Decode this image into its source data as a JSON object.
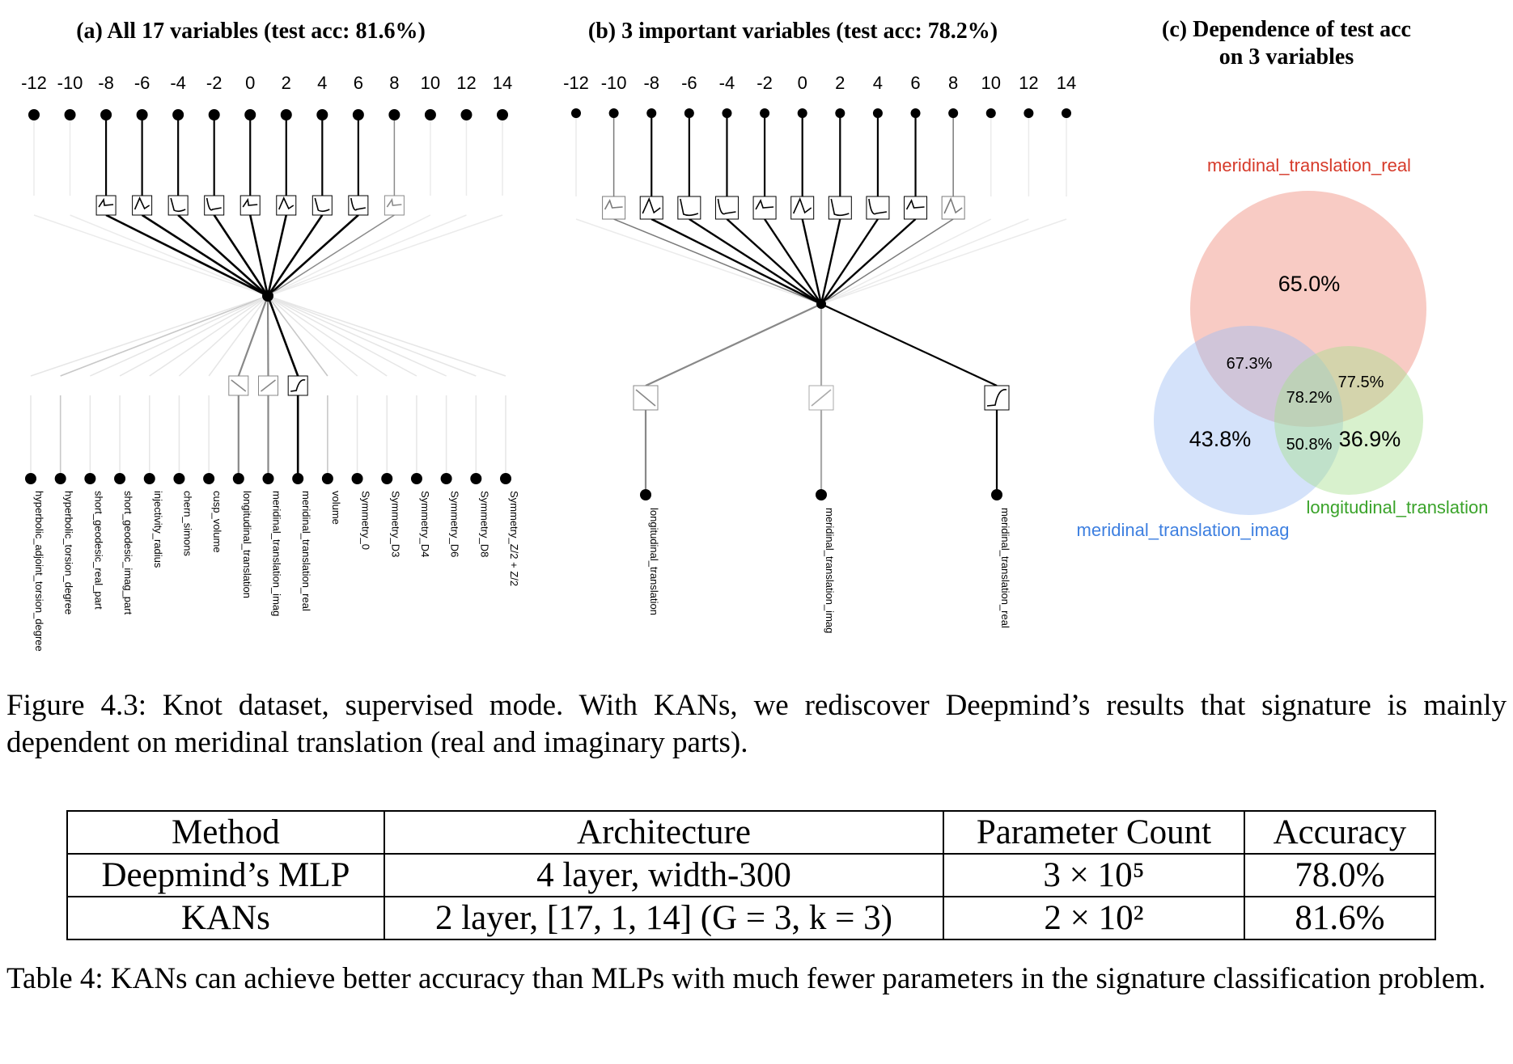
{
  "panels": {
    "a": {
      "title": "(a) All 17 variables (test acc: 81.6%)",
      "output_ticks": [
        "-12",
        "-10",
        "-8",
        "-6",
        "-4",
        "-2",
        "0",
        "2",
        "4",
        "6",
        "8",
        "10",
        "12",
        "14"
      ],
      "inputs": [
        "hyperbolic_adjoint_torsion_degree",
        "hyperbolic_torsion_degree",
        "short_geodesic_real_part",
        "short_geodesic_imag_part",
        "injectivity_radius",
        "chern_simons",
        "cusp_volume",
        "longitudinal_translation",
        "meridinal_translation_imag",
        "meridinal_translation_real",
        "volume",
        "Symmetry_0",
        "Symmetry_D3",
        "Symmetry_D4",
        "Symmetry_D6",
        "Symmetry_D8",
        "Symmetry_Z/2 + Z/2"
      ]
    },
    "b": {
      "title": "(b) 3 important variables (test acc: 78.2%)",
      "output_ticks": [
        "-12",
        "-10",
        "-8",
        "-6",
        "-4",
        "-2",
        "0",
        "2",
        "4",
        "6",
        "8",
        "10",
        "12",
        "14"
      ],
      "inputs": [
        "longitudinal_translation",
        "meridinal_translation_imag",
        "meridinal_translation_real"
      ]
    },
    "c": {
      "title_line1": "(c) Dependence of test acc",
      "title_line2": "on 3 variables",
      "venn": {
        "sets": [
          {
            "label": "meridinal_translation_real",
            "color": "#f08c7c",
            "label_color": "#d63a2a"
          },
          {
            "label": "meridinal_translation_imag",
            "color": "#9fbff5",
            "label_color": "#3d7fe0"
          },
          {
            "label": "longitudinal_translation",
            "color": "#a9e090",
            "label_color": "#3aa32a"
          }
        ],
        "region_values": {
          "real_only": "65.0%",
          "imag_only": "43.8%",
          "long_only": "36.9%",
          "real_imag": "67.3%",
          "real_long": "77.5%",
          "imag_long": "50.8%",
          "all": "78.2%"
        }
      }
    }
  },
  "figure_caption": "Figure 4.3: Knot dataset, supervised mode. With KANs, we rediscover Deepmind’s results that signature is mainly dependent on meridinal translation (real and imaginary parts).",
  "table": {
    "headers": [
      "Method",
      "Architecture",
      "Parameter Count",
      "Accuracy"
    ],
    "rows": [
      [
        "Deepmind’s MLP",
        "4 layer, width-300",
        "3 × 10⁵",
        "78.0%"
      ],
      [
        "KANs",
        "2 layer, [17, 1, 14] (G = 3, k = 3)",
        "2 × 10²",
        "81.6%"
      ]
    ]
  },
  "table_caption": "Table 4: KANs can achieve better accuracy than MLPs with much fewer parameters in the signature classification problem."
}
